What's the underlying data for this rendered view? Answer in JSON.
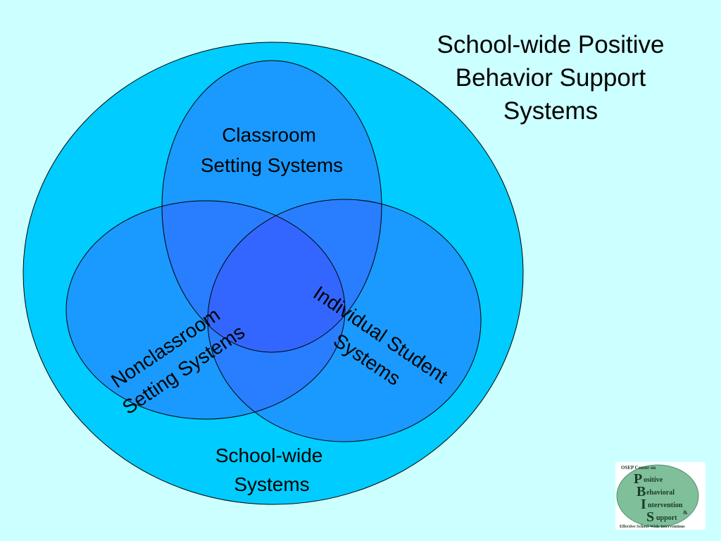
{
  "title": {
    "lines": [
      "School-wide Positive",
      "Behavior Support",
      "Systems"
    ]
  },
  "diagram": {
    "outer_label": [
      "School-wide",
      "Systems"
    ],
    "classroom_label": [
      "Classroom",
      "Setting Systems"
    ],
    "nonclassroom_label": [
      "Nonclassroom",
      "Setting Systems"
    ],
    "individual_label": [
      "Individual Student",
      "Systems"
    ]
  },
  "logo": {
    "top_text": "OSEP Center on",
    "letters": [
      "P",
      "B",
      "I",
      "S"
    ],
    "words": [
      "ositive",
      "ehavioral",
      "ntervention",
      "&",
      "upport"
    ],
    "bottom_text": "Effective School-Wide Interventions"
  },
  "colors": {
    "background": "#ccffff",
    "outer_circle": "#00ccff",
    "inner_ellipses": "#1e90ff",
    "center_overlap": "#3366ff"
  }
}
